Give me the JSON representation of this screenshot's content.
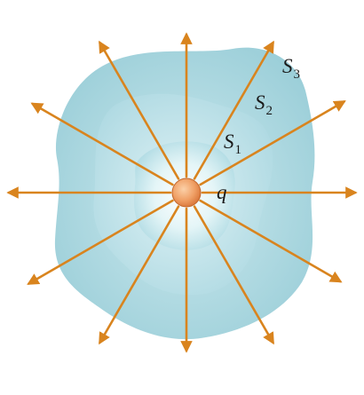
{
  "figure": {
    "charge_label": "q",
    "surfaces": [
      {
        "name": "S",
        "sub": "1"
      },
      {
        "name": "S",
        "sub": "2"
      },
      {
        "name": "S",
        "sub": "3"
      }
    ],
    "colors": {
      "field_line": "#D9841E",
      "charge_fill": "#F0A66A",
      "charge_stroke": "#C2652A",
      "surface_outer": "#A6D7E0",
      "surface_middle": "#BEE3EA",
      "surface_inner": "#DAF1F4",
      "surface_glow": "#FFFFFF"
    },
    "field_line_count": 12
  }
}
